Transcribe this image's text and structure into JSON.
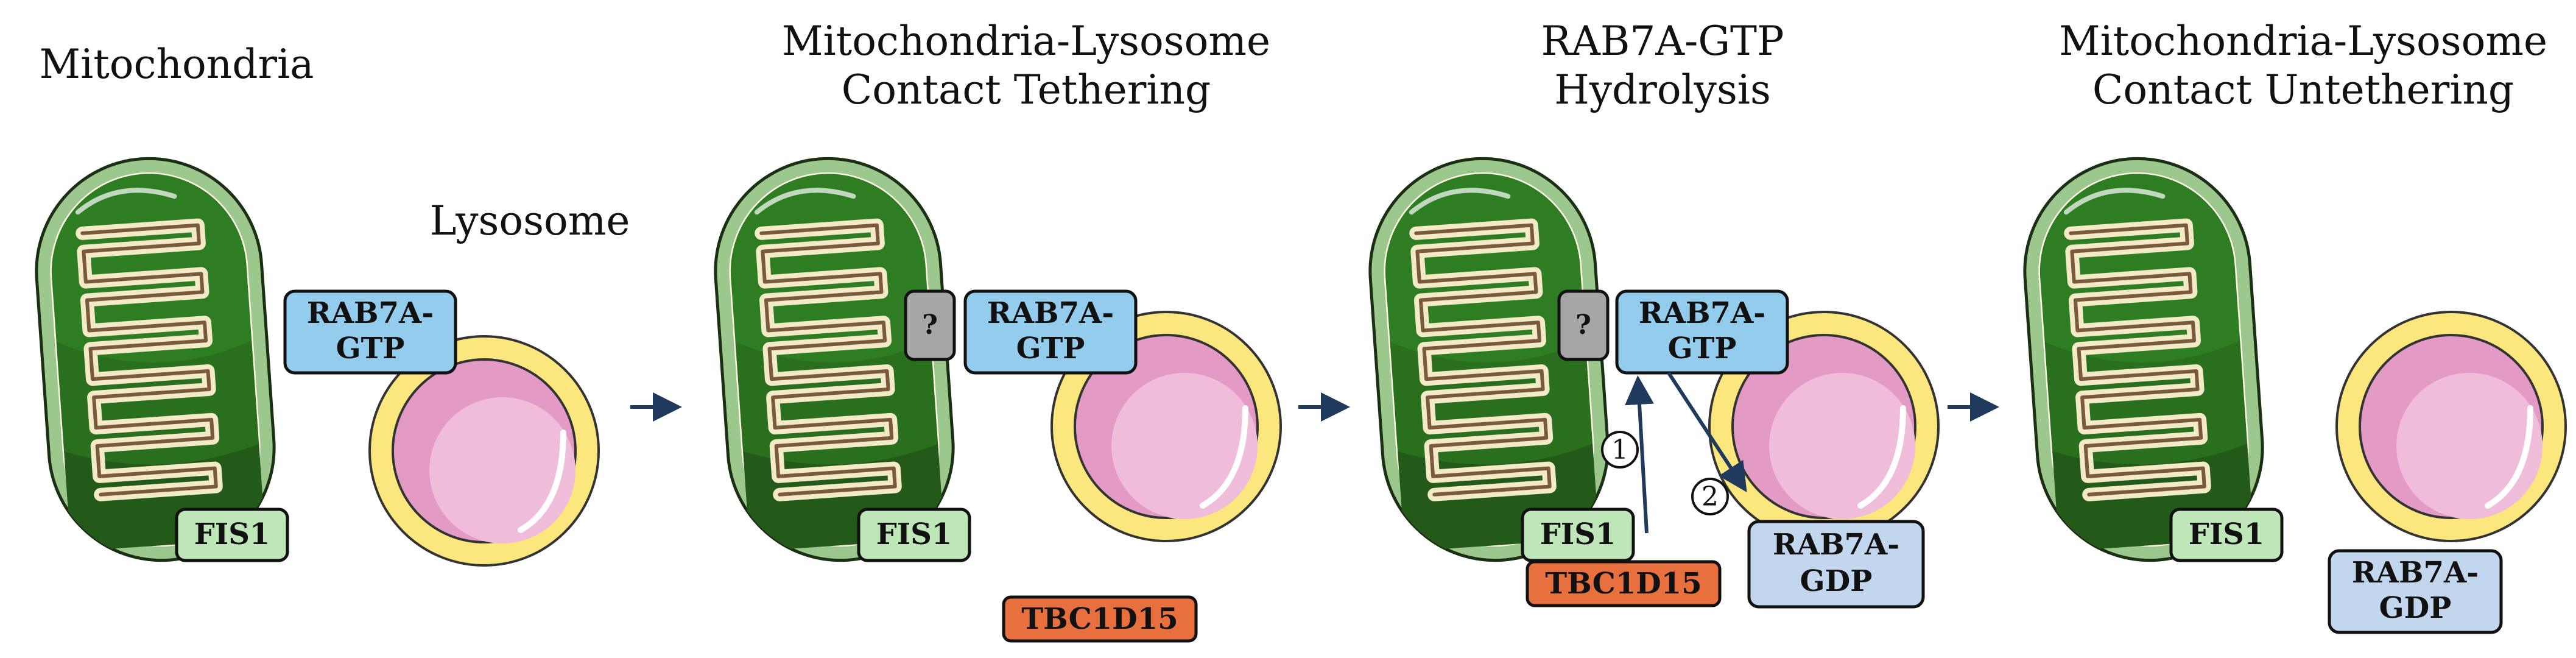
{
  "titles": {
    "panel1_mito": "Mitochondria",
    "panel1_lyso": "Lysosome",
    "panel2_line1": "Mitochondria-Lysosome",
    "panel2_line2": "Contact Tethering",
    "panel3_line1": "RAB7A-GTP",
    "panel3_line2": "Hydrolysis",
    "panel4_line1": "Mitochondria-Lysosome",
    "panel4_line2": "Contact Untethering"
  },
  "labels": {
    "rab7a_line1": "RAB7A-",
    "gtp": "GTP",
    "gdp": "GDP",
    "fis1": "FIS1",
    "tbc1d15": "TBC1D15",
    "unknown": "?",
    "step1": "1",
    "step2": "2"
  },
  "colors": {
    "rab7a_gtp": "#93CCEC",
    "rab7a_gdp": "#C2D6EE",
    "fis1": "#BFE6B8",
    "tbc1d15": "#E8703F",
    "unknown": "#A6A6A6",
    "arrow": "#1F3A5C",
    "mito_outer": "#9DC88D",
    "mito_dark": "#2E7D22",
    "lyso_ring": "#FCE67E",
    "lyso_core": "#E39AC4"
  },
  "icons": [
    "mitochondrion-icon",
    "lysosome-icon",
    "arrow-right-icon"
  ]
}
